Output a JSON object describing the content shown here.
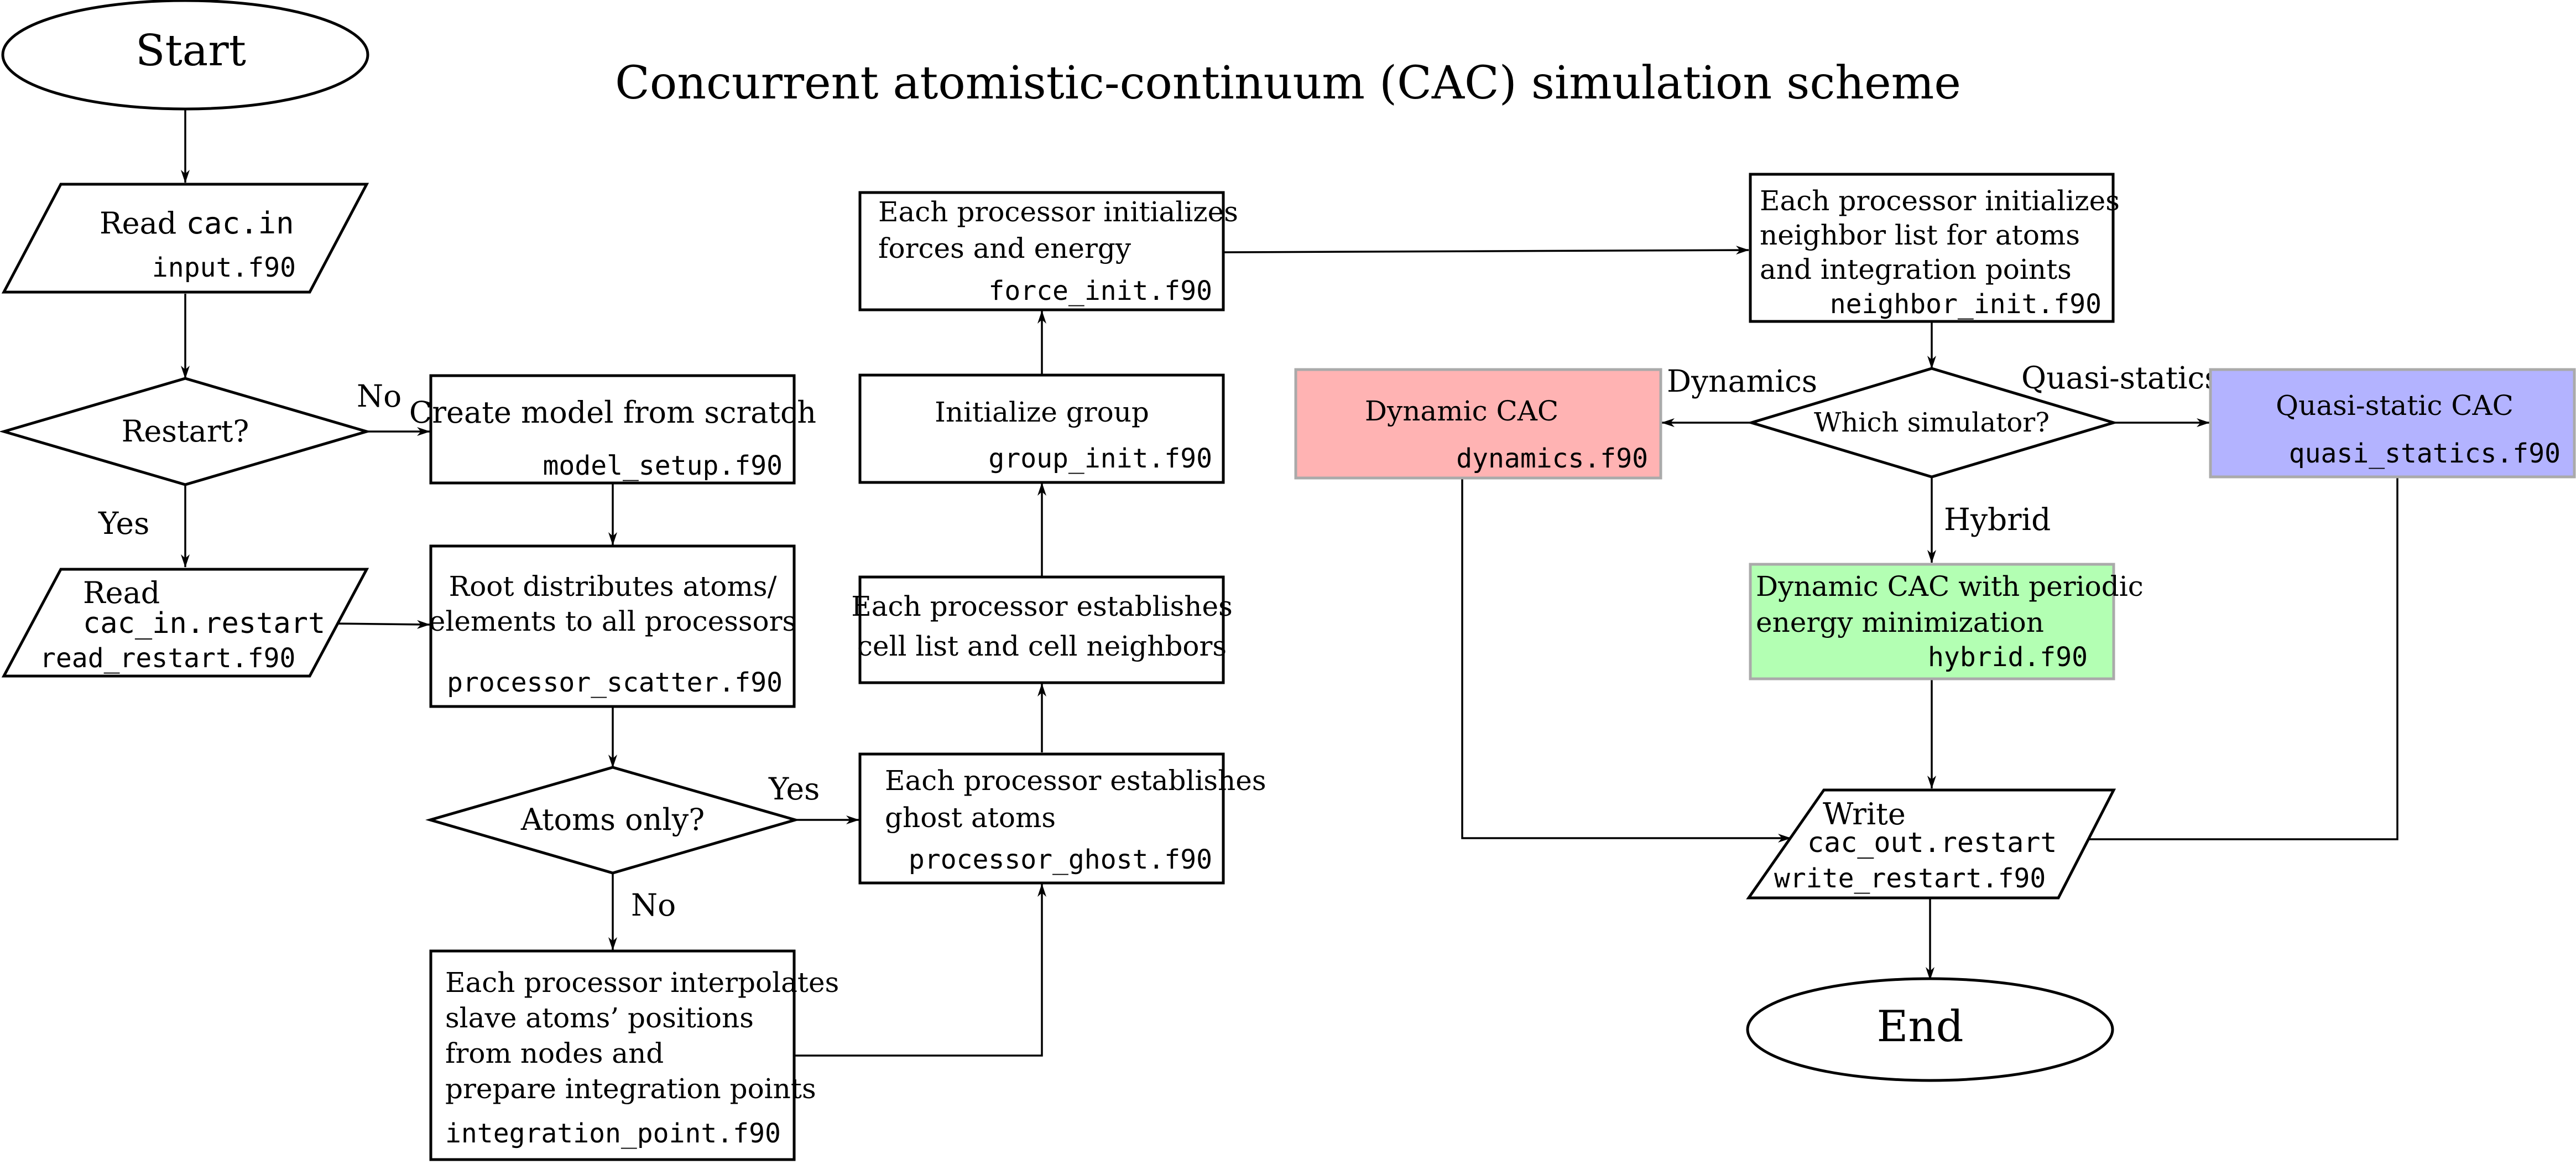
{
  "title": "Concurrent atomistic-continuum (CAC) simulation scheme",
  "colors": {
    "dynamics_fill": "#ffb3b3",
    "quasi_fill": "#b3b3ff",
    "hybrid_fill": "#b3ffb3",
    "colored_border": "#aaaaaa"
  },
  "nodes": {
    "start": {
      "label": "Start"
    },
    "read_input": {
      "label": "Read ",
      "file_inline": "cac.in",
      "file": "input.f90"
    },
    "restart_decision": {
      "label": "Restart?"
    },
    "read_restart": {
      "label": "Read",
      "file_inline": "cac_in.restart",
      "file": "read_restart.f90"
    },
    "model_setup": {
      "label": "Create model from scratch",
      "file": "model_setup.f90"
    },
    "processor_scatter": {
      "line1": "Root distributes atoms/",
      "line2": "elements to all processors",
      "file": "processor_scatter.f90"
    },
    "atoms_only": {
      "label": "Atoms only?"
    },
    "integration_point": {
      "line1": "Each processor interpolates",
      "line2": "slave atoms’ positions",
      "line3": "from nodes and",
      "line4": "prepare integration points",
      "file": "integration_point.f90"
    },
    "processor_ghost": {
      "line1": "Each processor establishes",
      "line2": "ghost atoms",
      "file": "processor_ghost.f90"
    },
    "cell_list": {
      "line1": "Each processor establishes",
      "line2": "cell list and cell neighbors"
    },
    "group_init": {
      "label": "Initialize group",
      "file": "group_init.f90"
    },
    "force_init": {
      "line1": "Each processor initializes",
      "line2": "forces and energy",
      "file": "force_init.f90"
    },
    "neighbor_init": {
      "line1": "Each processor initializes",
      "line2": "neighbor list for atoms",
      "line3": "and integration points",
      "file": "neighbor_init.f90"
    },
    "simulator_decision": {
      "label": "Which simulator?"
    },
    "dynamics": {
      "label": "Dynamic CAC",
      "file": "dynamics.f90"
    },
    "quasi_statics": {
      "label": "Quasi-static CAC",
      "file": "quasi_statics.f90"
    },
    "hybrid": {
      "line1": "Dynamic CAC with periodic",
      "line2": "energy minimization",
      "file": "hybrid.f90"
    },
    "write_restart": {
      "label": "Write",
      "file_inline": "cac_out.restart",
      "file": "write_restart.f90"
    },
    "end": {
      "label": "End"
    }
  },
  "edge_labels": {
    "restart_no": "No",
    "restart_yes": "Yes",
    "atoms_yes": "Yes",
    "atoms_no": "No",
    "dynamics": "Dynamics",
    "quasi": "Quasi-statics",
    "hybrid": "Hybrid"
  }
}
